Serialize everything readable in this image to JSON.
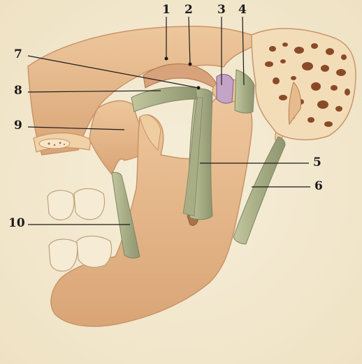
{
  "labels": {
    "n1": "1",
    "n2": "2",
    "n3": "3",
    "n4": "4",
    "n5": "5",
    "n6": "6",
    "n7": "7",
    "n8": "8",
    "n9": "9",
    "n10": "10"
  },
  "colors": {
    "background": "#f4ead2",
    "bone": "#e6bb8d",
    "bone_shadow": "#c99468",
    "ligament": "#b2b68f",
    "ligament_dark": "#7d8564",
    "disc": "#c4a4c6",
    "marrow": "#8a4a28",
    "tooth": "#f6ecd5",
    "leader": "#1a1a1a"
  }
}
